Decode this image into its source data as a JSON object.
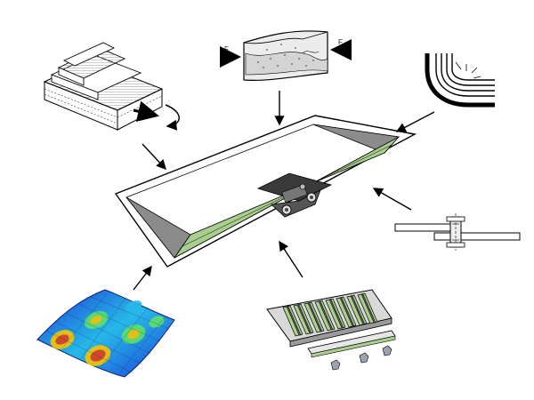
{
  "diagram": {
    "callouts": {
      "force_left": "F",
      "force_right": "F"
    },
    "parts": [
      {
        "id": "laminate",
        "icon": "layered-laminate-icon"
      },
      {
        "id": "compression-specimen",
        "icon": "compression-test-icon"
      },
      {
        "id": "curved-laminate",
        "icon": "curved-laminate-icon"
      },
      {
        "id": "panel-assembly",
        "icon": "stiffened-panel-icon"
      },
      {
        "id": "bolted-joint",
        "icon": "bolted-joint-icon"
      },
      {
        "id": "stiffener-kit",
        "icon": "stiffener-kit-icon"
      },
      {
        "id": "fea-contour",
        "icon": "fea-buckling-contour-icon"
      }
    ],
    "colors": {
      "stiffener_green": "#a9cf8f",
      "panel_grey": "#8c8c8c",
      "fitting_dark": "#3a3a3a"
    }
  }
}
